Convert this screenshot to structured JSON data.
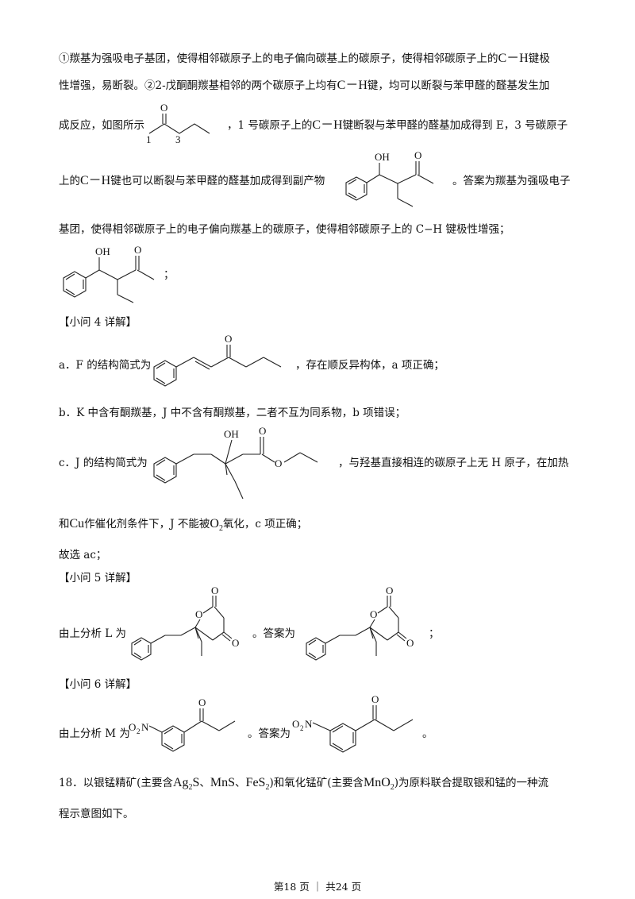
{
  "para1": {
    "l1a": "①羰基为强吸电子基团，使得相邻碳原子上的电子偏向碳基上的碳原子，使得相邻碳原子上的",
    "ch": "C－H",
    "l1b": "键极",
    "l2a": "性增强，易断裂。②2-戊酮酮羰基相邻的两个碳原子上均有",
    "l2b": "键，均可以断裂与苯甲醛的醛基发生加",
    "l3a": "成反应，如图所示",
    "l3b": "，1 号碳原子上的",
    "l3c": "键断裂与苯甲醛的醛基加成得到 E，3 号碳原子",
    "l4a": "上的",
    "l4b": "键也可以断裂与苯甲醛的醛基加成得到副产物",
    "l4c": "。答案为羰基为强吸电子",
    "l5": "基团，使得相邻碳原子上的电子偏向羰基上的碳原子，使得相邻碳原子上的 C−H 键极性增强；",
    "semi": "；"
  },
  "labels": {
    "O": "O",
    "OH": "OH",
    "num1": "1",
    "num3": "3",
    "O2N_O": "O",
    "O2N_sub": "2",
    "O2N_N": "N"
  },
  "q4": {
    "header": "【小问 4 详解】",
    "a1": "a．F 的结构简式为",
    "a2": "，存在顺反异构体，a 项正确；",
    "b": "b．K 中含有酮羰基，J 中不含有酮羰基，二者不互为同系物，b 项错误；",
    "c1": "c．J 的结构简式为",
    "c2": "，与羟基直接相连的碳原子上无 H 原子，在加热",
    "c3a": "和",
    "cu": "Cu",
    "c3b": "作催化剂条件下，J 不能被",
    "o2_main": "O",
    "o2_sub": "2",
    "c3c": "氧化，c 项正确；",
    "choice": "故选 ac；"
  },
  "q5": {
    "header": "【小问 5 详解】",
    "t1": "由上分析 L 为",
    "t2": "。答案为",
    "t3": "；"
  },
  "q6": {
    "header": "【小问 6 详解】",
    "t1": "由上分析 M 为",
    "t2": "。答案为",
    "t3": "。"
  },
  "q18": {
    "l1a": "18．以银锰精矿(主要含",
    "ag": "Ag",
    "ag_sub": "2",
    "s": "S",
    "sep1": "、",
    "mns": "MnS",
    "sep2": "、",
    "fes": "FeS",
    "fes_sub": "2",
    "l1b": ")和氧化锰矿(主要含",
    "mno": "MnO",
    "mno_sub": "2",
    "l1c": ")为原料联合提取银和锰的一种流",
    "l2": "程示意图如下。"
  },
  "footer": {
    "text": "第18 页 ｜ 共24 页"
  }
}
